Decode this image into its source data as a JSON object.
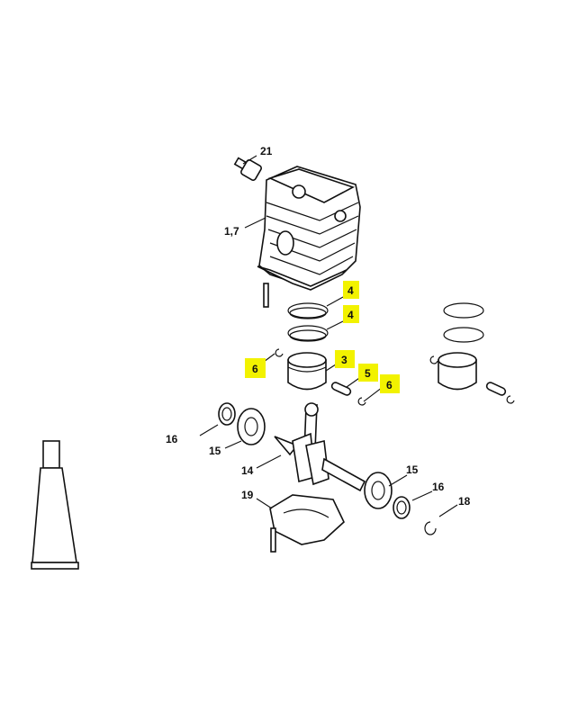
{
  "diagram": {
    "highlight_color": "#f2f200",
    "callouts": {
      "spark_plug": "21",
      "cylinder": "1,7",
      "ring_upper": "4",
      "ring_lower": "4",
      "circlip_left": "6",
      "piston": "3",
      "piston_pin": "5",
      "circlip_right": "6",
      "oil_seal_left": "16",
      "bearing_left": "15",
      "crankshaft": "14",
      "bearing_right": "15",
      "oil_seal_right": "16",
      "snap_ring": "18",
      "crankcase": "19"
    }
  }
}
